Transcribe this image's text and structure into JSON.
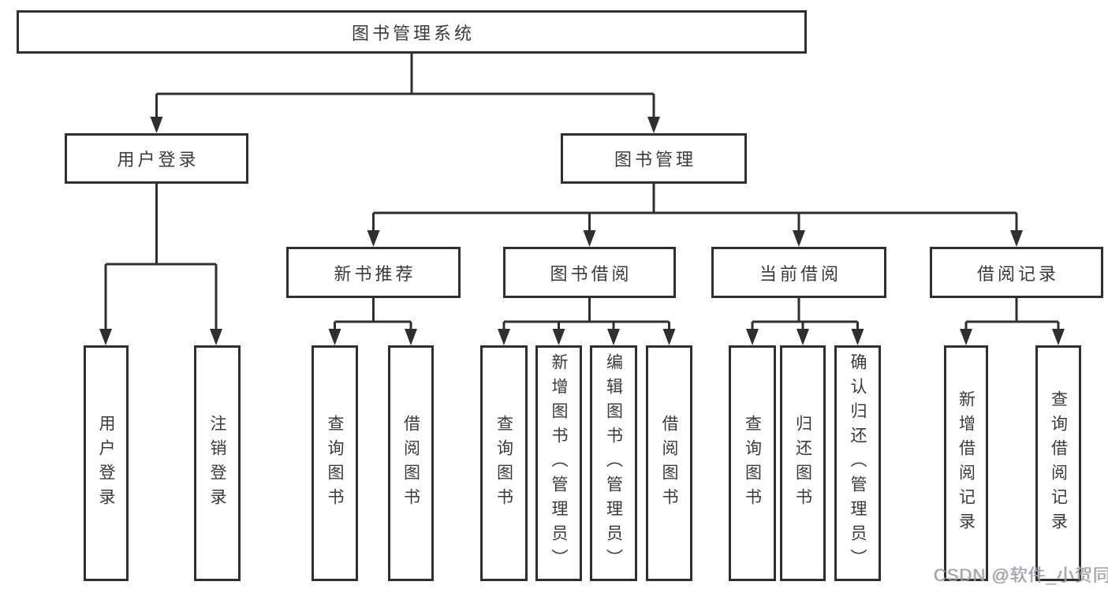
{
  "diagram": {
    "root": {
      "label": "图书管理系统"
    },
    "level2": [
      {
        "label": "用户登录"
      },
      {
        "label": "图书管理"
      }
    ],
    "level3": [
      {
        "label": "新书推荐"
      },
      {
        "label": "图书借阅"
      },
      {
        "label": "当前借阅"
      },
      {
        "label": "借阅记录"
      }
    ],
    "level4": [
      {
        "label": "用户登录"
      },
      {
        "label": "注销登录"
      },
      {
        "label": "查询图书"
      },
      {
        "label": "借阅图书"
      },
      {
        "label": "查询图书"
      },
      {
        "label": "新增图书（管理员）"
      },
      {
        "label": "编辑图书（管理员）"
      },
      {
        "label": "借阅图书"
      },
      {
        "label": "查询图书"
      },
      {
        "label": "归还图书"
      },
      {
        "label": "确认归还（管理员）"
      },
      {
        "label": "新增借阅记录"
      },
      {
        "label": "查询借阅记录"
      }
    ],
    "watermark": "CSDN @软件_小贺同学"
  }
}
